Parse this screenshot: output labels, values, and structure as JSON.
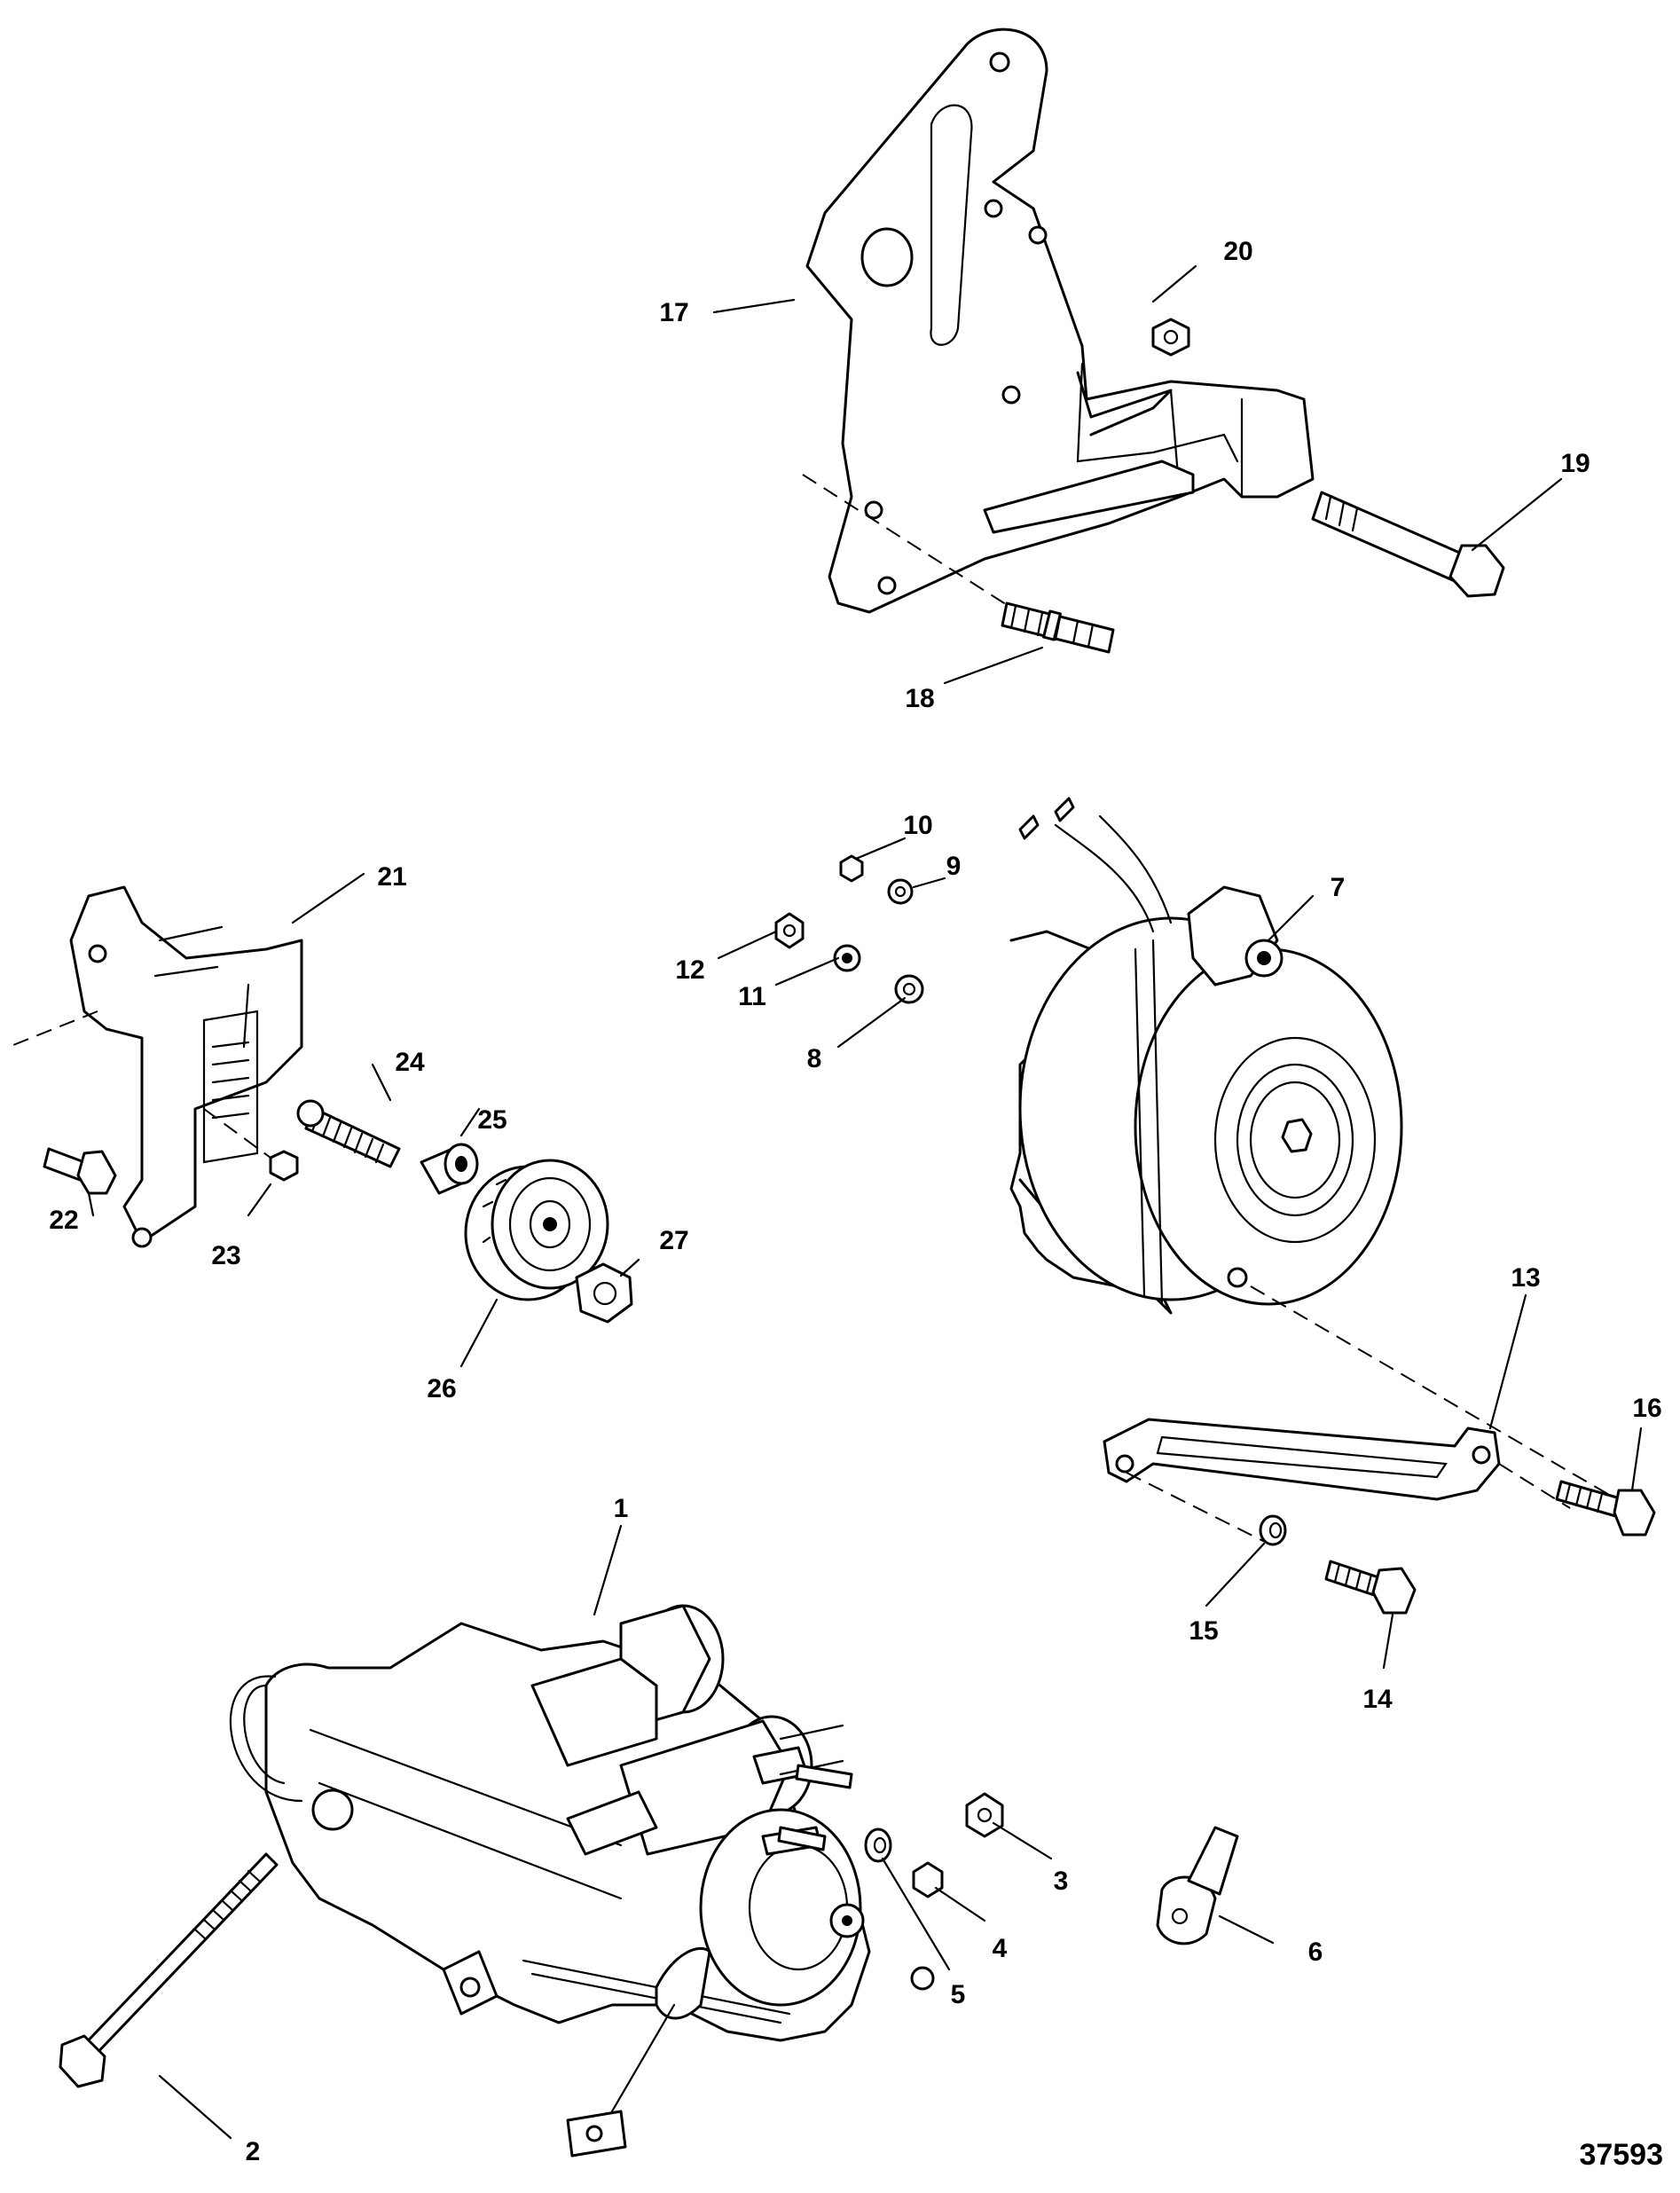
{
  "diagram": {
    "figure_number": "37593",
    "callouts": [
      "1",
      "2",
      "3",
      "4",
      "5",
      "6",
      "7",
      "8",
      "9",
      "10",
      "11",
      "12",
      "13",
      "14",
      "15",
      "16",
      "17",
      "18",
      "19",
      "20",
      "21",
      "22",
      "23",
      "24",
      "25",
      "26",
      "27"
    ]
  }
}
